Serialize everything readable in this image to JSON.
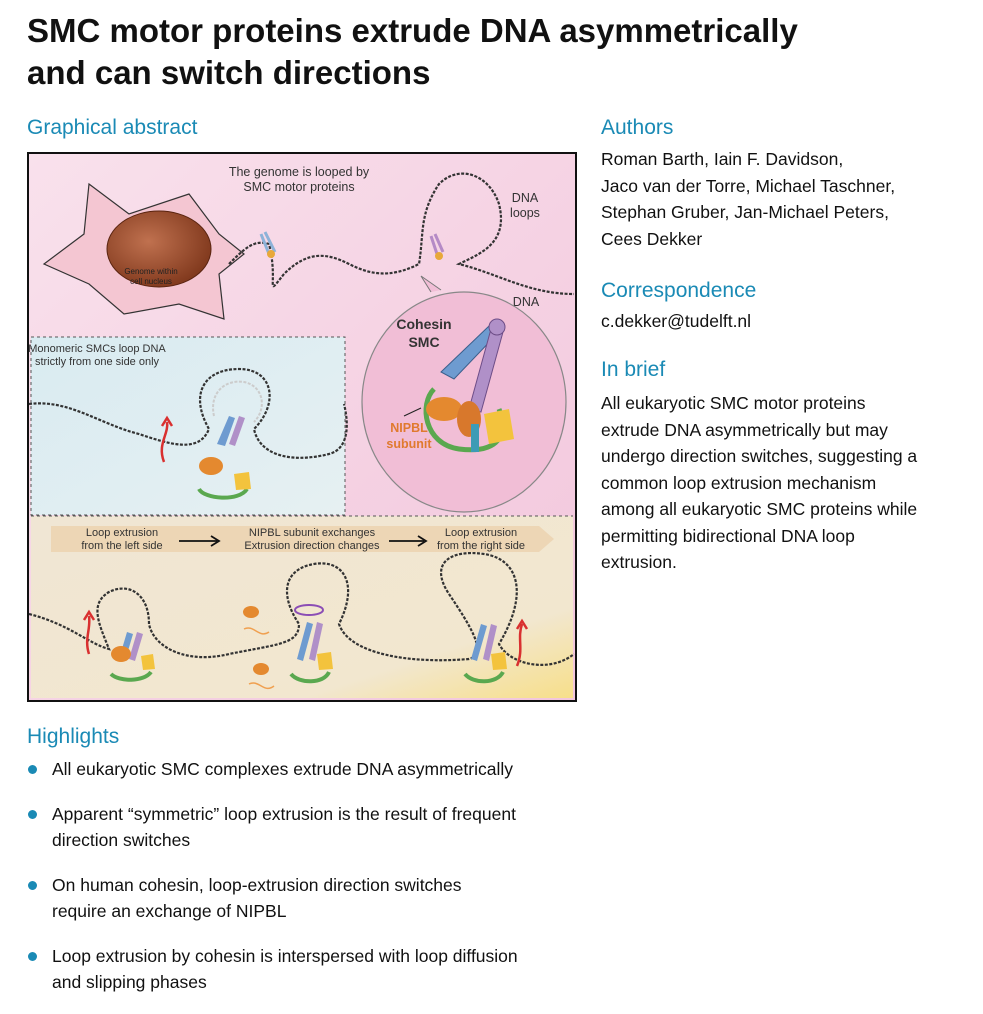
{
  "title_line1": "SMC motor proteins extrude DNA asymmetrically",
  "title_line2": "and can switch directions",
  "graphical_abstract": {
    "heading": "Graphical abstract",
    "top_label_line1": "The genome is looped by",
    "top_label_line2": "SMC motor proteins",
    "nucleus_label_line1": "Genome within",
    "nucleus_label_line2": "cell nucleus",
    "dna_loops_line1": "DNA",
    "dna_loops_line2": "loops",
    "dna_label": "DNA",
    "cohesin_line1": "Cohesin",
    "cohesin_line2": "SMC",
    "nipbl_line1": "NIPBL",
    "nipbl_line2": "subunit",
    "monomeric_line1": "Monomeric SMCs loop DNA",
    "monomeric_line2": "strictly from one side only",
    "step1_line1": "Loop extrusion",
    "step1_line2": "from the left side",
    "step2_line1": "NIPBL subunit exchanges",
    "step2_line2": "Extrusion direction changes",
    "step3_line1": "Loop extrusion",
    "step3_line2": "from the right side"
  },
  "authors": {
    "heading": "Authors",
    "lines": [
      "Roman Barth, Iain F. Davidson,",
      "Jaco van der Torre, Michael Taschner,",
      "Stephan Gruber, Jan-Michael Peters,",
      "Cees Dekker"
    ]
  },
  "correspondence": {
    "heading": "Correspondence",
    "email": "c.dekker@tudelft.nl"
  },
  "in_brief": {
    "heading": "In brief",
    "lines": [
      "All eukaryotic SMC motor proteins",
      "extrude DNA asymmetrically but may",
      "undergo direction switches, suggesting a",
      "common loop extrusion mechanism",
      "among all eukaryotic SMC proteins while",
      "permitting bidirectional DNA loop",
      "extrusion."
    ]
  },
  "highlights": {
    "heading": "Highlights",
    "items": [
      {
        "line1": "All eukaryotic SMC complexes extrude DNA asymmetrically",
        "line2": ""
      },
      {
        "line1": "Apparent “symmetric” loop extrusion is the result of frequent",
        "line2": "direction switches"
      },
      {
        "line1": "On human cohesin, loop-extrusion direction switches",
        "line2": "require an exchange of NIPBL"
      },
      {
        "line1": "Loop extrusion by cohesin is interspersed with loop diffusion",
        "line2": "and slipping phases"
      }
    ]
  },
  "colors": {
    "accent": "#1a8ab5",
    "pink_panel": "#f7d7e6",
    "blue_panel": "#d7e9ef",
    "tan_panel": "#f0e4cf"
  }
}
